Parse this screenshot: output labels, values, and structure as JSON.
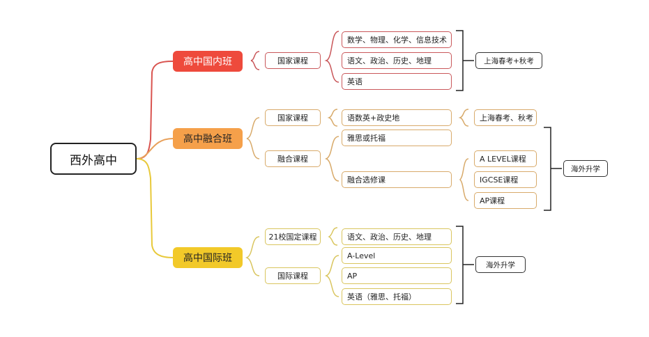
{
  "colors": {
    "red": "#ee4a3c",
    "orange": "#f5a04a",
    "yellow": "#f2c929",
    "black": "#222222"
  },
  "root": "西外高中",
  "branches": {
    "domestic": {
      "label": "高中国内班",
      "course": "国家课程",
      "items": [
        "数学、物理、化学、信息技术",
        "语文、政治、历史、地理",
        "英语"
      ],
      "outcome": "上海春考+秋考"
    },
    "fusion": {
      "label": "高中融合班",
      "national_course": "国家课程",
      "national_item": "语数英+政史地",
      "national_outcome": "上海春考、秋考",
      "fusion_course": "融合课程",
      "fusion_items": [
        "雅思或托福",
        "融合选修课"
      ],
      "electives": [
        "A LEVEL课程",
        "IGCSE课程",
        "AP课程"
      ],
      "outcome": "海外升学"
    },
    "international": {
      "label": "高中国际班",
      "fixed_course": "21校国定课程",
      "fixed_item": "语文、政治、历史、地理",
      "intl_course": "国际课程",
      "intl_items": [
        "A-Level",
        "AP",
        "英语（雅思、托福）"
      ],
      "outcome": "海外升学"
    }
  }
}
